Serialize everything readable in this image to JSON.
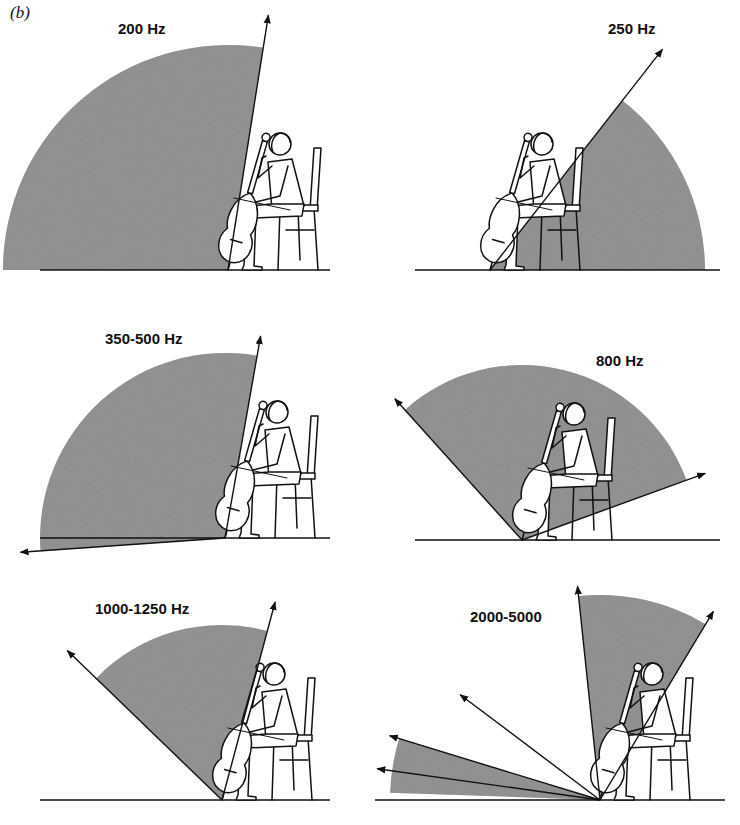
{
  "diagram": {
    "labels": [
      "(b)",
      "200 Hz",
      "250 Hz",
      "350-500 Hz",
      "800 Hz",
      "1000-1250 Hz",
      "2000-5000"
    ]
  }
}
